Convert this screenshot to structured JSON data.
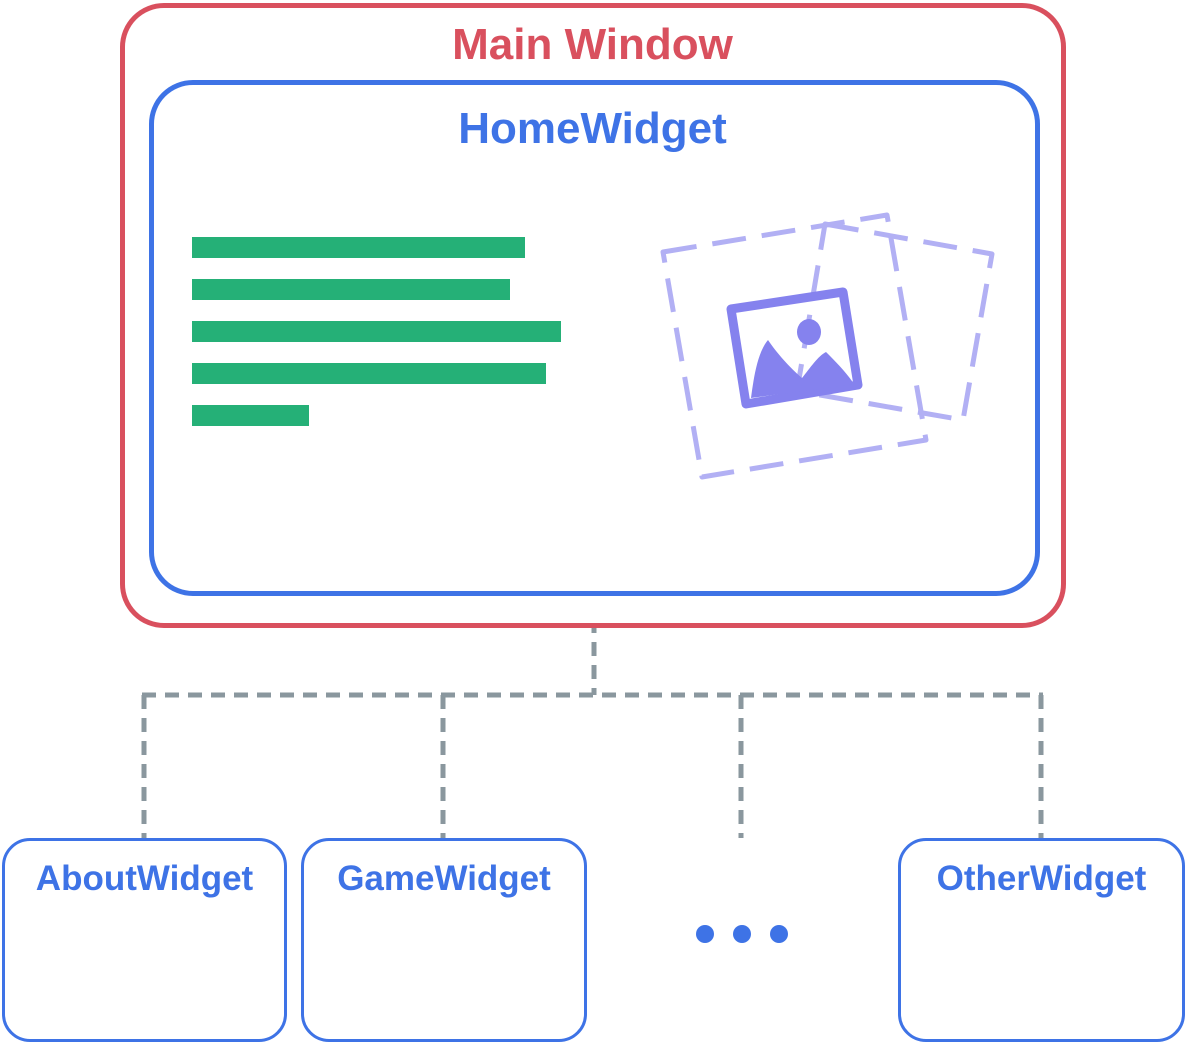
{
  "main_window": {
    "title": "Main Window",
    "color": "#d9505e"
  },
  "home_widget": {
    "title": "HomeWidget",
    "color": "#3e73e6"
  },
  "home_content": {
    "text_line_count": 5,
    "text_color": "#25b077",
    "image_icon": "image-placeholder-icon",
    "image_color": "#8582ee"
  },
  "children": [
    {
      "label": "AboutWidget"
    },
    {
      "label": "GameWidget"
    },
    {
      "label": "OtherWidget"
    }
  ],
  "ellipsis_icon": "more-dots-icon",
  "connector_color": "#8a979e"
}
